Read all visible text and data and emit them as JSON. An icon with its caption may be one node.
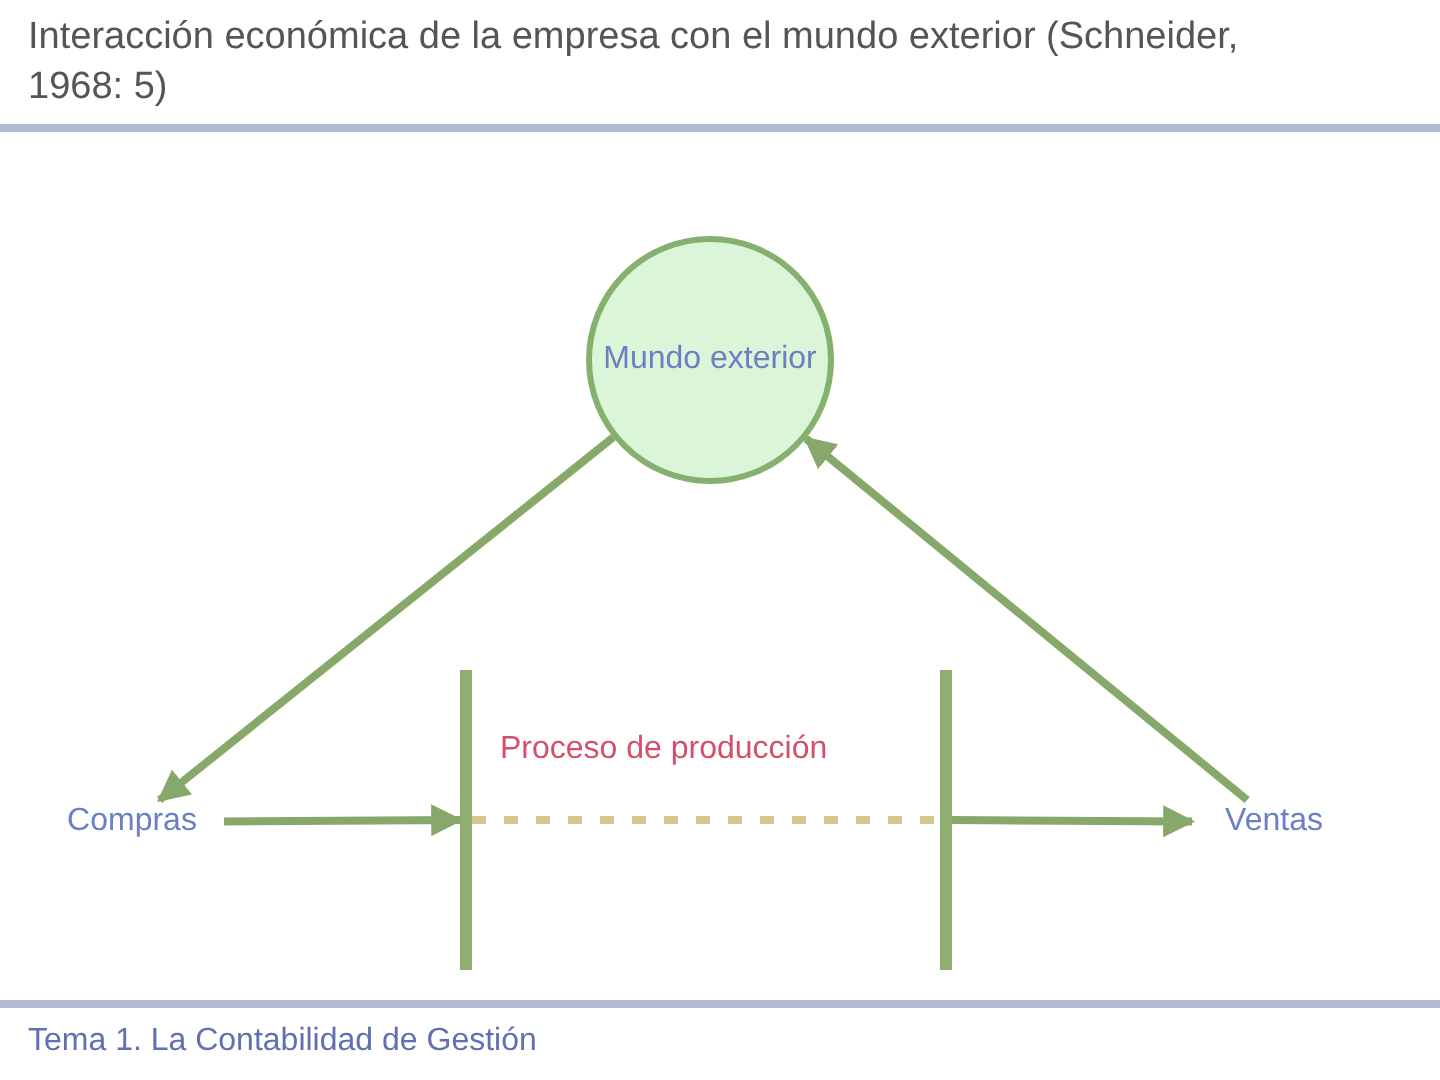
{
  "diagram": {
    "title": "Interacción económica de la empresa con el mundo exterior (Schneider, 1968: 5)",
    "nodes": [
      {
        "text": [
          "Mundo exterior"
        ]
      },
      {
        "text": [
          "Compras"
        ]
      },
      {
        "text": [],
        "shape": "bar"
      },
      {
        "text": [],
        "shape": "bar"
      },
      {
        "text": [
          "Ventas"
        ]
      }
    ],
    "edges": [
      {
        "from": 0,
        "to": 1,
        "arrow": "to"
      },
      {
        "from": 4,
        "to": 0,
        "arrow": "to"
      },
      {
        "from": 1,
        "to": 2,
        "arrow": "to"
      },
      {
        "from": 2,
        "to": 3,
        "arrow": "none",
        "style": "dashed",
        "color": "#cfc98e"
      },
      {
        "from": 3,
        "to": 4,
        "arrow": "to"
      }
    ],
    "labels": [
      "Proceso de producción",
      "Tema 1. La Contabilidad de Gestión"
    ]
  }
}
